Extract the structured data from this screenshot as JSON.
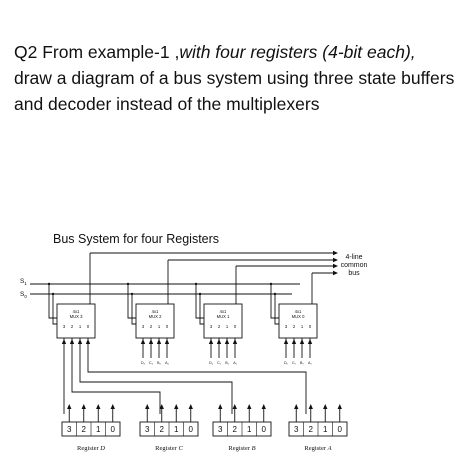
{
  "question": {
    "line1_prefix": "Q2 From example-1  ,",
    "line1_italic": "with four registers (4-bit each),",
    "line2": "draw a diagram of a bus system using three state buffers",
    "line3": "and decoder instead of the multiplexers"
  },
  "diagram": {
    "title": "Bus System for four Registers",
    "bus_label_lines": [
      "4-line",
      "common",
      "bus"
    ],
    "select_inputs": [
      {
        "main": "S",
        "sub": "1"
      },
      {
        "main": "S",
        "sub": "0"
      }
    ],
    "muxes": [
      {
        "line1": "4x1",
        "line2": "MUX 3",
        "inputs": [
          "3",
          "2",
          "1",
          "0"
        ],
        "bottom_labels": []
      },
      {
        "line1": "4x1",
        "line2": "MUX 2",
        "inputs": [
          "3",
          "2",
          "1",
          "0"
        ],
        "bottom_labels": [
          "D₂",
          "C₂",
          "B₂",
          "A₂"
        ]
      },
      {
        "line1": "4x1",
        "line2": "MUX 1",
        "inputs": [
          "3",
          "2",
          "1",
          "0"
        ],
        "bottom_labels": [
          "D₁",
          "C₁",
          "B₁",
          "A₁"
        ]
      },
      {
        "line1": "4x1",
        "line2": "MUX 0",
        "inputs": [
          "3",
          "2",
          "1",
          "0"
        ],
        "bottom_labels": [
          "D₀",
          "C₀",
          "B₀",
          "A₀"
        ]
      }
    ],
    "registers": [
      {
        "name": "Register D",
        "bits": [
          "3",
          "2",
          "1",
          "0"
        ]
      },
      {
        "name": "Register C",
        "bits": [
          "3",
          "2",
          "1",
          "0"
        ]
      },
      {
        "name": "Register B",
        "bits": [
          "3",
          "2",
          "1",
          "0"
        ]
      },
      {
        "name": "Register A",
        "bits": [
          "3",
          "2",
          "1",
          "0"
        ]
      }
    ]
  }
}
